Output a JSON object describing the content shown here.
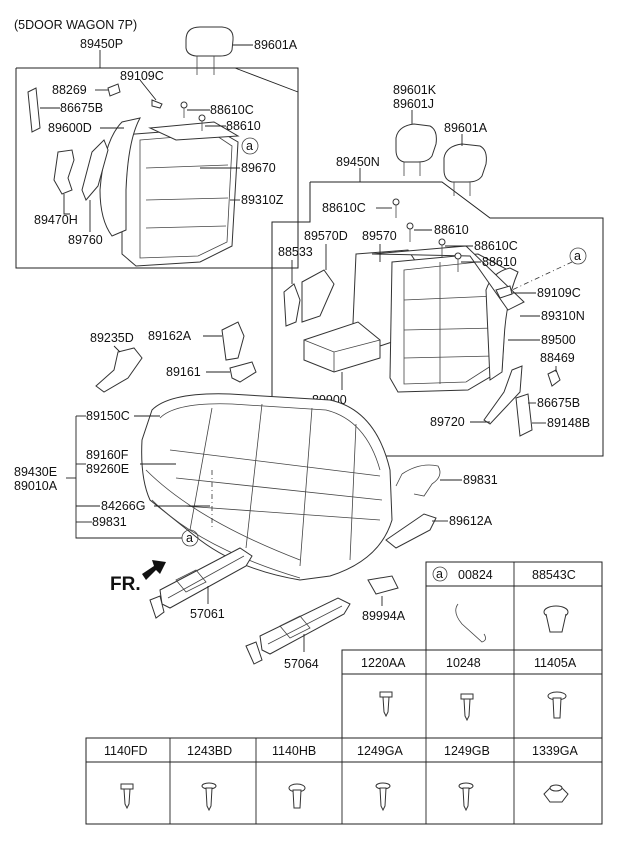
{
  "title": "(5DOOR WAGON 7P)",
  "front_arrow_label": "FR.",
  "callout_marker": "a",
  "labels": {
    "p89450P": "89450P",
    "p89601A_top": "89601A",
    "p88269": "88269",
    "p89109C_top": "89109C",
    "p86675B_top": "86675B",
    "p88610C_top": "88610C",
    "p89600D": "89600D",
    "p88610_top": "88610",
    "p89670": "89670",
    "p89310Z": "89310Z",
    "p89470H": "89470H",
    "p89760": "89760",
    "p89601K": "89601K",
    "p89601J": "89601J",
    "p89601A_right": "89601A",
    "p89450N": "89450N",
    "p88610C_mid": "88610C",
    "p89570D": "89570D",
    "p89570": "89570",
    "p88610_mid": "88610",
    "p88533": "88533",
    "p88610C_r": "88610C",
    "p88610_r": "88610",
    "p89109C_r": "89109C",
    "p89310N": "89310N",
    "p89500": "89500",
    "p88469": "88469",
    "p89900": "89900",
    "p86675B_r": "86675B",
    "p89720": "89720",
    "p89148B": "89148B",
    "p89235D": "89235D",
    "p89162A": "89162A",
    "p89161": "89161",
    "p89150C": "89150C",
    "p89160F": "89160F",
    "p89260E": "89260E",
    "p89430E": "89430E",
    "p89010A": "89010A",
    "p84266G": "84266G",
    "p89831_left": "89831",
    "p89831_right": "89831",
    "p89612A": "89612A",
    "p57061": "57061",
    "p57064": "57064",
    "p89994A": "89994A"
  },
  "hardware_table": {
    "row1": [
      "00824",
      "88543C"
    ],
    "row2": [
      "1220AA",
      "10248",
      "11405A"
    ],
    "row3": [
      "1140FD",
      "1243BD",
      "1140HB",
      "1249GA",
      "1249GB",
      "1339GA"
    ]
  },
  "icons": [
    "clip-icon",
    "push-nut-icon",
    "screw-icon",
    "bolt-icon",
    "flange-bolt-icon",
    "nut-icon",
    "front-arrow-icon"
  ]
}
